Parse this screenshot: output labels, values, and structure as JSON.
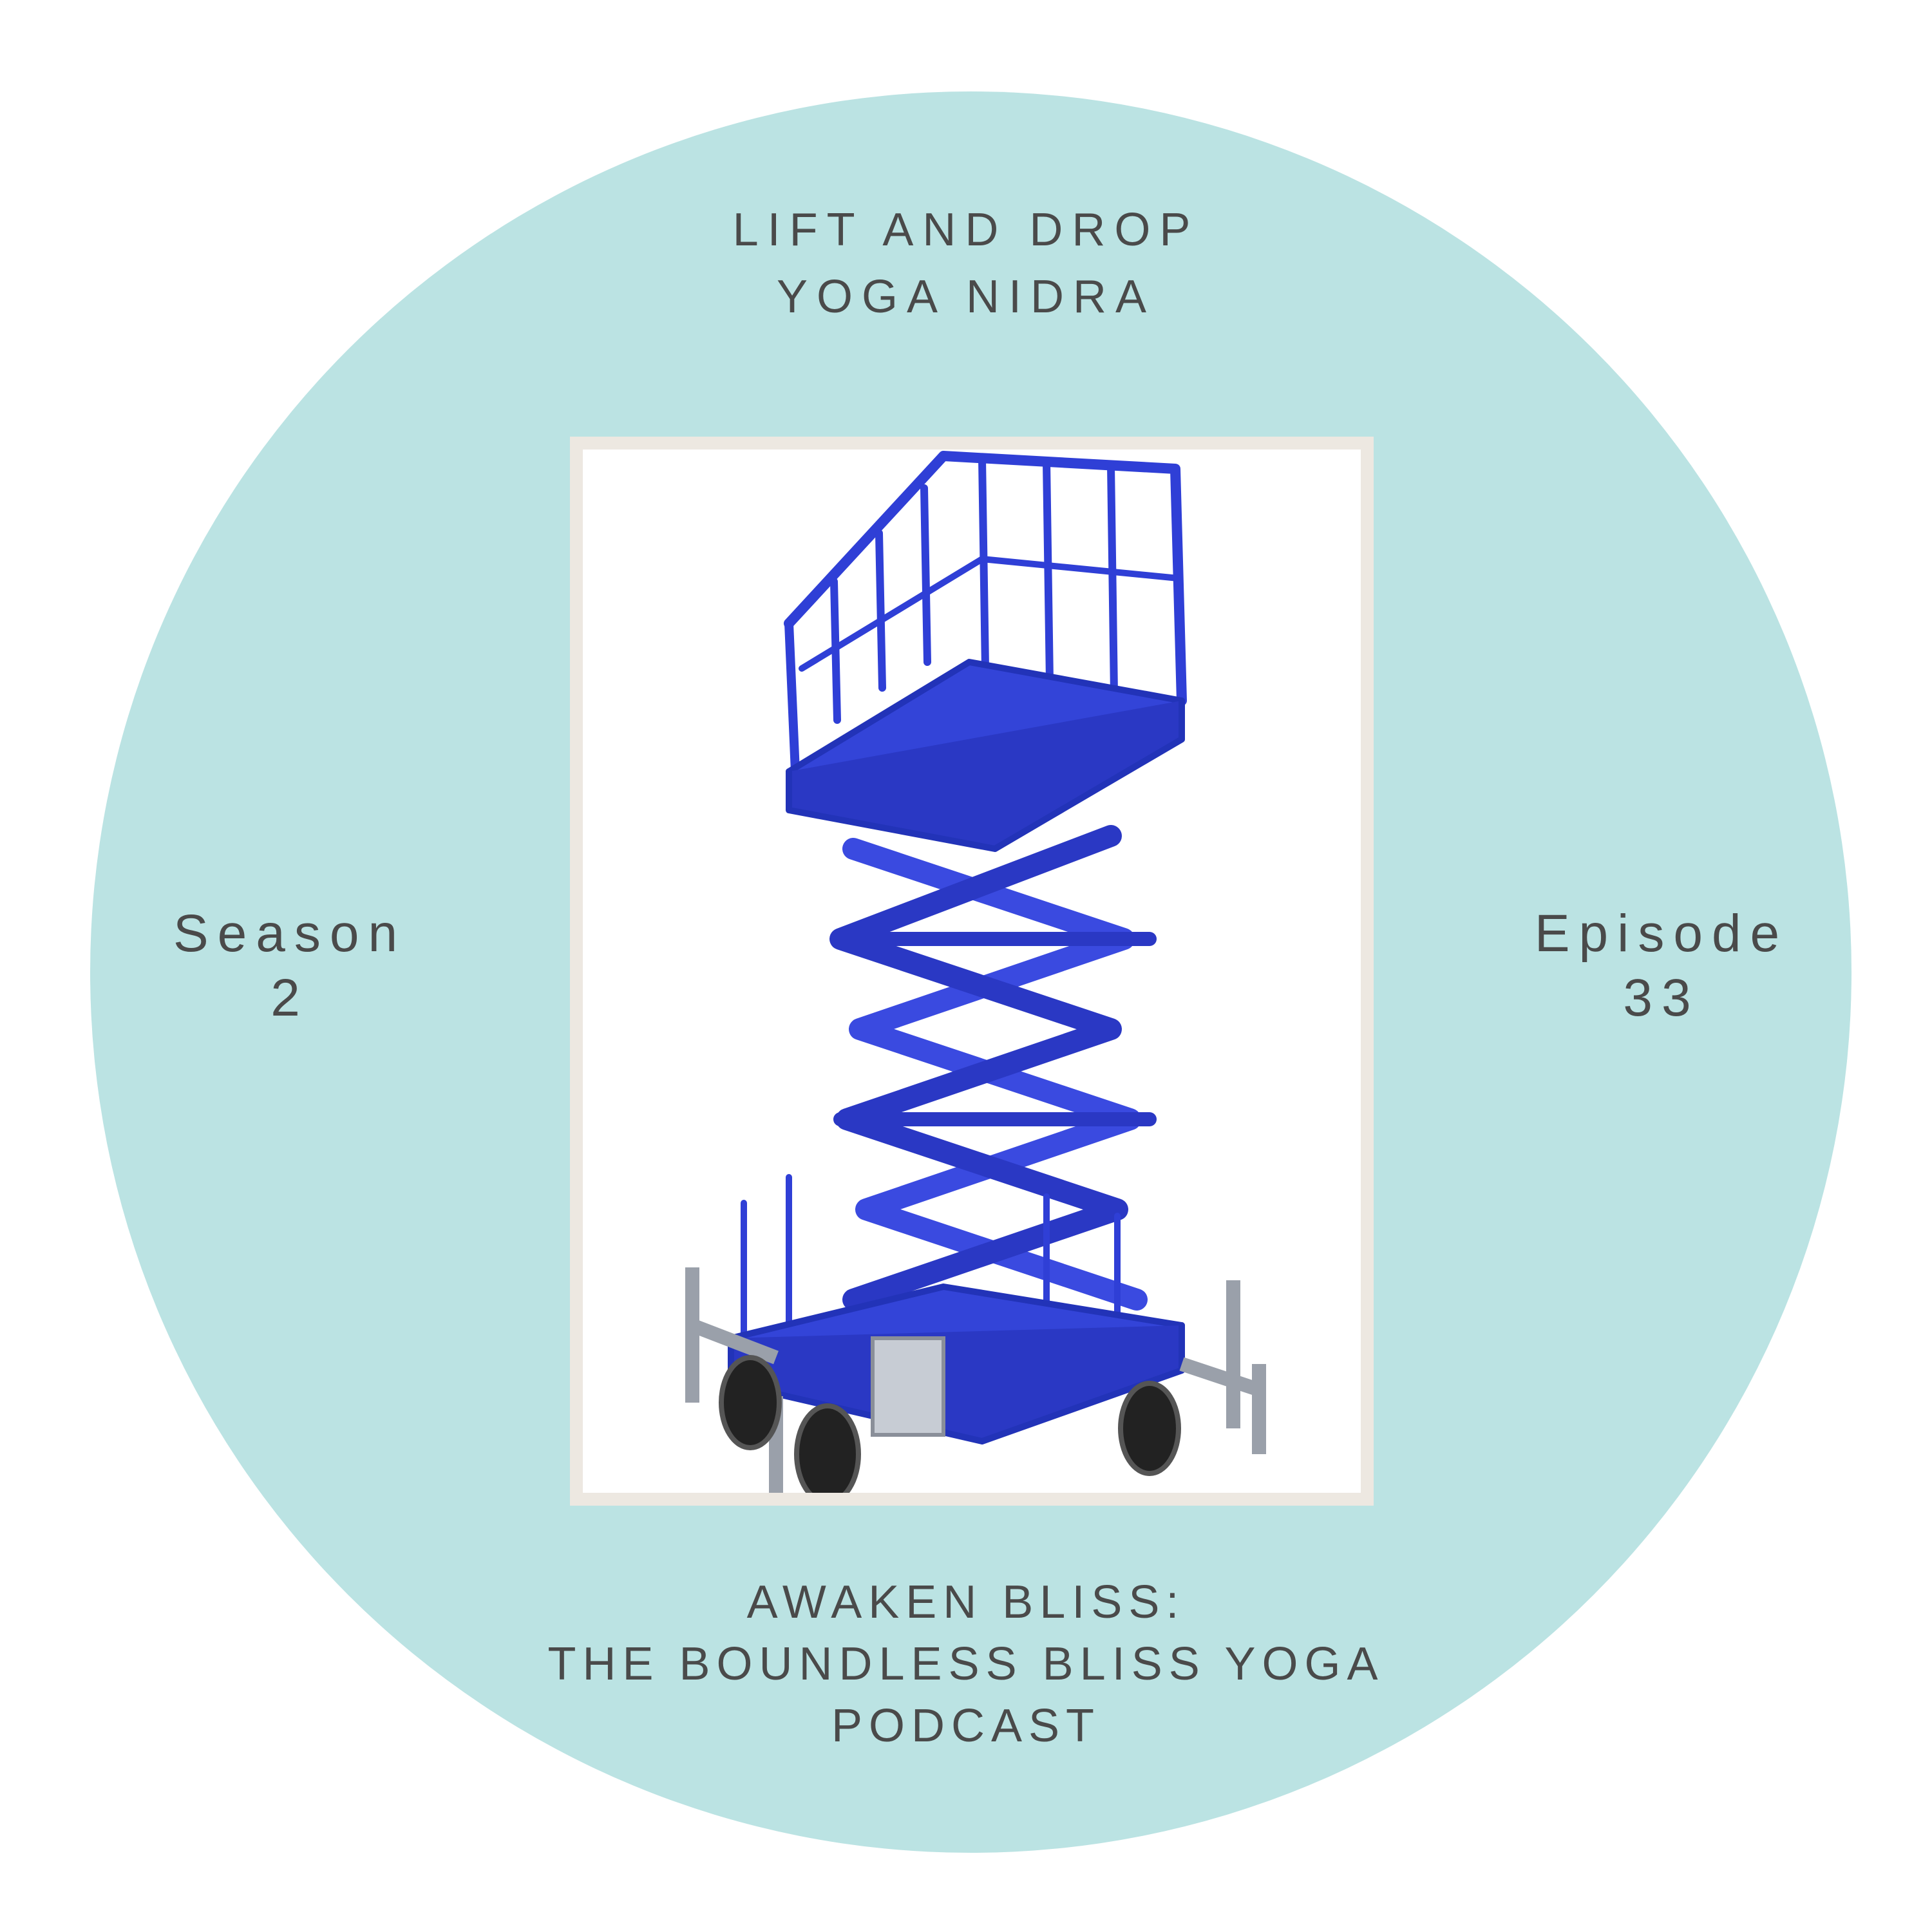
{
  "title": {
    "line1": "LIFT AND DROP",
    "line2": "YOGA NIDRA"
  },
  "season": {
    "label": "Season",
    "number": "2"
  },
  "episode": {
    "label": "Episode",
    "number": "33"
  },
  "podcast": {
    "line1": "AWAKEN BLISS:",
    "line2": "THE BOUNDLESS BLISS YOGA",
    "line3": "PODCAST"
  },
  "colors": {
    "circle": "#bbe3e3",
    "text": "#4a4a4a",
    "frame": "#ede8e1",
    "lift_blue": "#2f3fd6"
  },
  "image": {
    "subject": "scissor-lift-icon"
  }
}
